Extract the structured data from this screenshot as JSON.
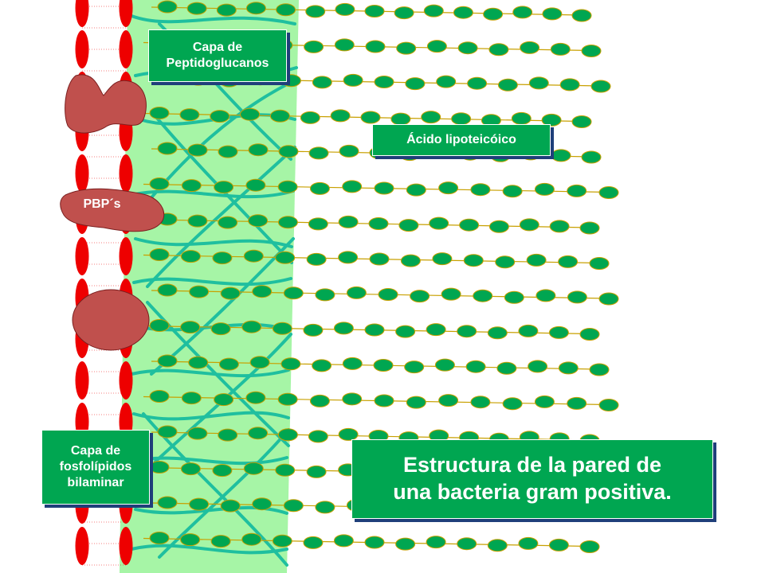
{
  "labels": {
    "peptidoglucanos": "Capa de\nPeptidoglucanos",
    "lipoteicoico": "Ácido lipoteicóico",
    "fosfolipidos": "Capa de\nfosfolípidos\nbilaminar",
    "pbp": "PBP´s"
  },
  "title": "Estructura de la pared  de\nuna bacteria gram positiva.",
  "colors": {
    "membrane_red": "#ee0000",
    "peptidoglycan_bg": "#a6f5a6",
    "fiber_teal": "#1fbf9f",
    "bead_green": "#00a651",
    "chain_line": "#c8a000",
    "protein_brown": "#c0504d",
    "box_green": "#00a651",
    "box_shadow": "#1f3f7a"
  }
}
